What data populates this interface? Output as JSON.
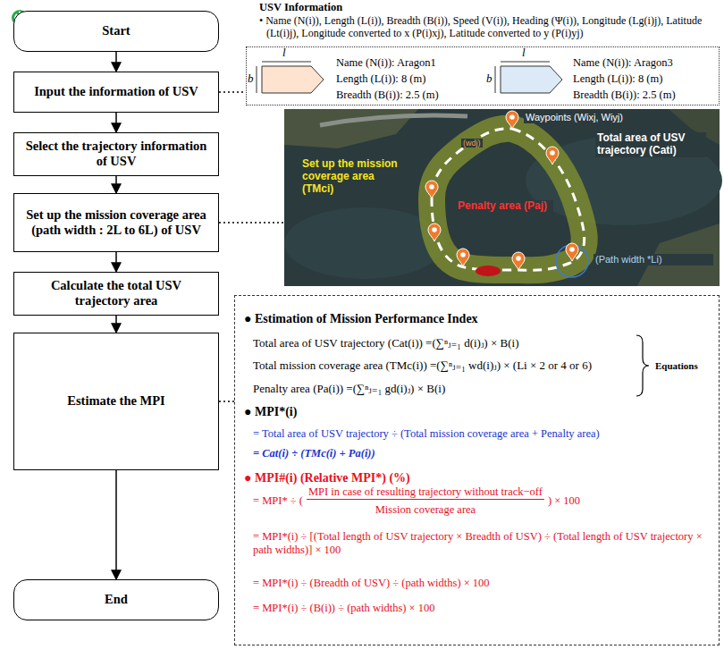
{
  "diagram": {
    "nodes": [
      {
        "text": [
          "Start"
        ]
      },
      {
        "text": [
          "Input the information of USV"
        ]
      },
      {
        "text": [
          "Select the trajectory information of USV"
        ]
      },
      {
        "text": [
          "Set up the mission coverage area (path width : 2L to 6L) of USV"
        ]
      },
      {
        "text": [
          "Calculate the total USV trajectory area"
        ]
      },
      {
        "text": [
          "Estimate the MPI"
        ]
      },
      {
        "text": [
          "End"
        ]
      },
      {
        "text": [
          "Name (N(i)): Aragon1",
          "Length (L(i)): 8 (m)",
          "Breadth (B(i)): 2.5 (m)",
          "Name (N(i)): Aragon3",
          "Length (L(i)): 8 (m)",
          "Breadth (B(i)): 2.5 (m)"
        ]
      },
      {
        "text": [
          "Waypoints (Wixj, Wiyj)",
          "(wdj)",
          "Total area of USV trajectory (Cati)",
          "Set up the mission coverage area (TMci)",
          "Penalty area (Paj)",
          "(Path width *Li)"
        ]
      },
      {
        "text": [
          "● Estimation of Mission Performance Index",
          "Total area of USV trajectory (Cat(i)) =(∑ⁿⱼ₌₁ d(i)ⱼ) × B(i)",
          "Total mission coverage area (TMc(i)) =(∑ⁿⱼ₌₁ wd(i)ⱼ) × (Li × 2 or 4 or 6)",
          "Penalty area (Pa(i)) =(∑ⁿⱼ₌₁ gd(i)ⱼ) × B(i)",
          "Equations",
          "● MPI*(i)",
          "= Total area of USV trajectory ÷ (Total mission coverage area + Penalty area)",
          "= Cat(i) ÷ (TMc(i) + Pa(i))",
          "● MPI#(i) (Relative MPI*) (%)",
          "= MPI* ÷ (",
          "MPI in case of resulting trajectory without track−off",
          "Mission coverage area",
          ") × 100",
          "= MPI*(i) ÷ [(Total length of USV trajectory × Breadth of USV) ÷ (Total length of USV trajectory × path widths)] × 100",
          "= MPI*(i) ÷ (Breadth of USV) ÷ (path widths) × 100",
          "= MPI*(i) ÷ (B(i)) ÷ (path widths) × 100"
        ]
      }
    ],
    "edges": [
      {
        "from": 0,
        "to": 1,
        "arrow": "to"
      },
      {
        "from": 1,
        "to": 2,
        "arrow": "to"
      },
      {
        "from": 2,
        "to": 3,
        "arrow": "to"
      },
      {
        "from": 3,
        "to": 4,
        "arrow": "to"
      },
      {
        "from": 4,
        "to": 5,
        "arrow": "to"
      },
      {
        "from": 5,
        "to": 6,
        "arrow": "to"
      },
      {
        "from": 1,
        "to": 7,
        "arrow": "none"
      },
      {
        "from": 3,
        "to": 8,
        "arrow": "none"
      },
      {
        "from": 5,
        "to": 9,
        "arrow": "none"
      }
    ],
    "labels": [
      "USV Information",
      "• Name (N(i)), Length (L(i)), Breadth (B(i)), Speed (V(i)), Heading (Ψ(i)), Longitude (Lg(i)j), Latitude (Lt(i)j), Longitude converted to x (P(i)xj), Latitude converted to y (P(i)yj)",
      "l",
      "b",
      "l",
      "b"
    ]
  }
}
